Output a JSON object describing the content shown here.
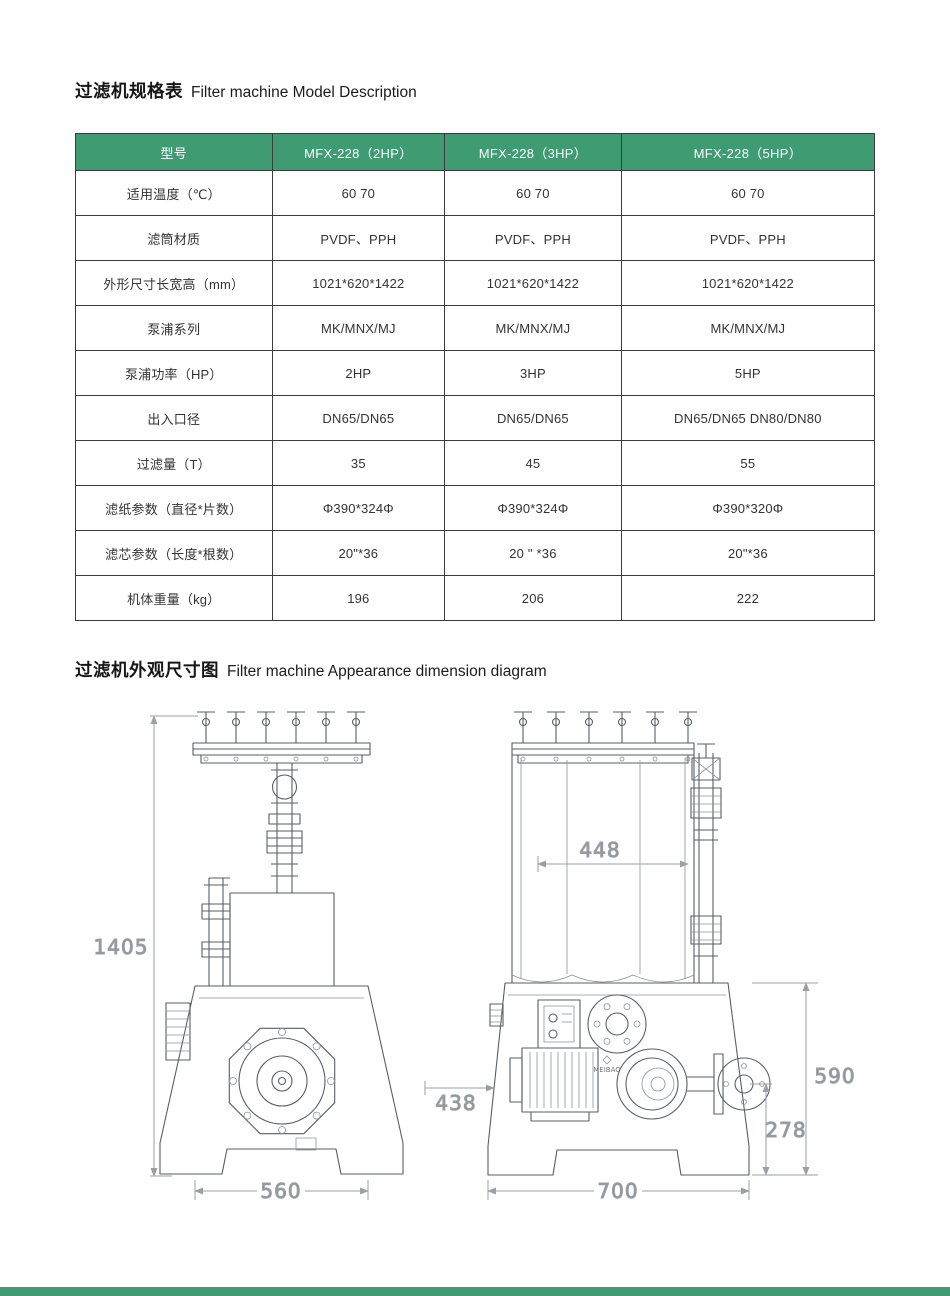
{
  "sections": {
    "spec": {
      "title_zh": "过滤机规格表",
      "title_en": "Filter machine Model Description"
    },
    "dimension": {
      "title_zh": "过滤机外观尺寸图",
      "title_en": "Filter machine Appearance dimension diagram"
    }
  },
  "spec_table": {
    "header_bg": "#3f9b72",
    "columns": [
      "型号",
      "MFX-228（2HP）",
      "MFX-228（3HP）",
      "MFX-228（5HP）"
    ],
    "rows": [
      {
        "label": "适用温度（℃）",
        "values": [
          "60 70",
          "60 70",
          "60 70"
        ]
      },
      {
        "label": "滤筒材质",
        "values": [
          "PVDF、PPH",
          "PVDF、PPH",
          "PVDF、PPH"
        ]
      },
      {
        "label": "外形尺寸长宽高（mm）",
        "values": [
          "1021*620*1422",
          "1021*620*1422",
          "1021*620*1422"
        ]
      },
      {
        "label": "泵浦系列",
        "values": [
          "MK/MNX/MJ",
          "MK/MNX/MJ",
          "MK/MNX/MJ"
        ]
      },
      {
        "label": "泵浦功率（HP）",
        "values": [
          "2HP",
          "3HP",
          "5HP"
        ]
      },
      {
        "label": "出入口径",
        "values": [
          "DN65/DN65",
          "DN65/DN65",
          "DN65/DN65 DN80/DN80"
        ]
      },
      {
        "label": "过滤量（T）",
        "values": [
          "35",
          "45",
          "55"
        ]
      },
      {
        "label": "滤纸参数（直径*片数）",
        "values": [
          "Φ390*324Φ",
          "Φ390*324Φ",
          "Φ390*320Φ"
        ]
      },
      {
        "label": "滤芯参数（长度*根数）",
        "values": [
          "20\"*36",
          "20 \" *36",
          "20\"*36"
        ]
      },
      {
        "label": "机体重量（kg）",
        "values": [
          "196",
          "206",
          "222"
        ]
      }
    ]
  },
  "diagram": {
    "brand": "MEIBAO",
    "front_view": {
      "overall_height": "1405",
      "base_width": "560"
    },
    "side_view": {
      "lid_width": "448",
      "pump_offset": "438",
      "base_depth": "700",
      "stand_height": "590",
      "pump_center_height": "278"
    }
  }
}
